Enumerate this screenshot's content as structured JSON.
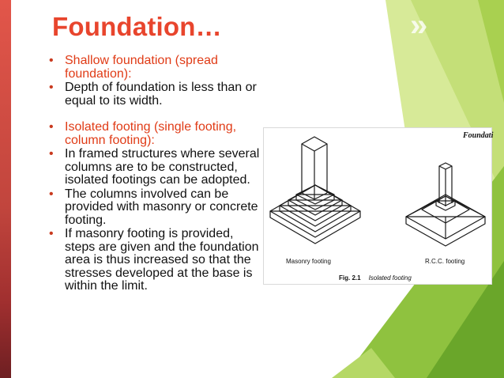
{
  "slide": {
    "title": "Foundation…",
    "nav_chevron_glyph": "»",
    "bullets": [
      {
        "marker": "•",
        "text": "Shallow foundation (spread foundation):",
        "color": "#e03b16"
      },
      {
        "marker": "•",
        "text": "Depth of foundation is less than or equal to its width.",
        "color": "#111111"
      },
      {
        "marker": "•",
        "text": "Isolated footing (single footing, column footing):",
        "color": "#e03b16"
      },
      {
        "marker": "•",
        "text": "In framed structures where several columns are to be constructed, isolated footings can be adopted.",
        "color": "#111111"
      },
      {
        "marker": "•",
        "text": "The columns involved can be provided with masonry or concrete footing.",
        "color": "#111111"
      },
      {
        "marker": "•",
        "text": "If masonry footing is provided, steps are given and the foundation area is thus increased so that the stresses developed at the base is within the limit.",
        "color": "#111111"
      }
    ]
  },
  "figure": {
    "header": "Foundati",
    "masonry_label": "Masonry footing",
    "rcc_label": "R.C.C. footing",
    "fig_number": "Fig. 2.1",
    "fig_caption": "Isolated footing"
  },
  "theme": {
    "title_color": "#e8452d",
    "accent_red": "#e03b16",
    "green_light": "#c9e27a",
    "green_dark": "#6aa62a"
  }
}
